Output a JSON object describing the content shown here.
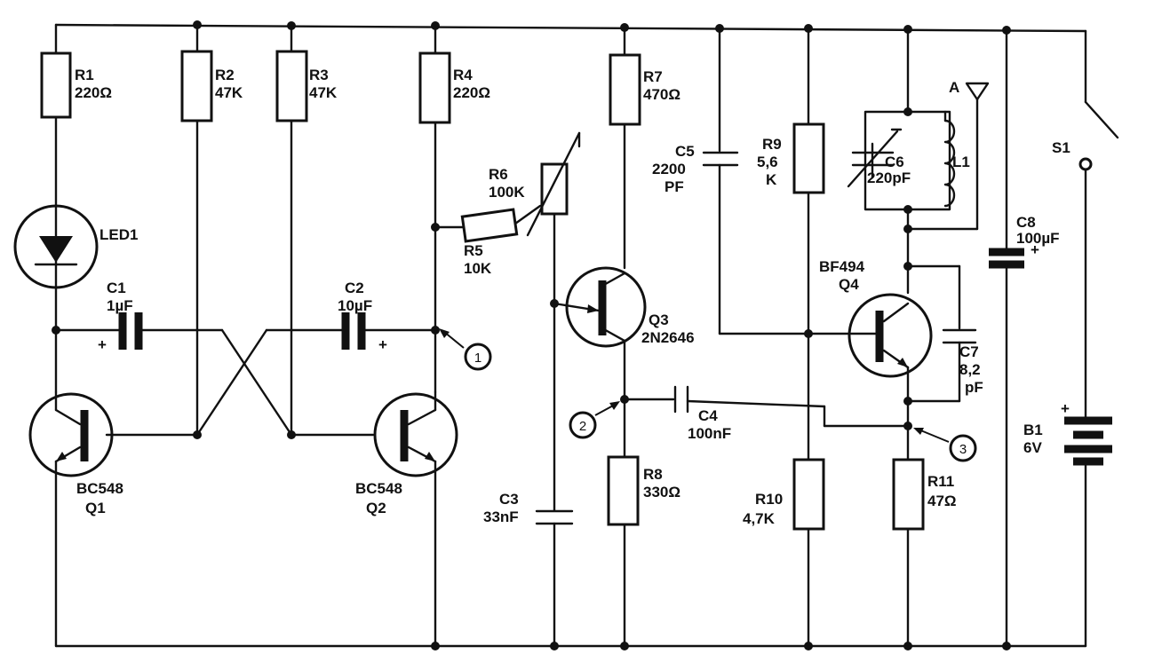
{
  "components": {
    "R1": {
      "ref": "R1",
      "value": "220Ω"
    },
    "R2": {
      "ref": "R2",
      "value": "47K"
    },
    "R3": {
      "ref": "R3",
      "value": "47K"
    },
    "R4": {
      "ref": "R4",
      "value": "220Ω"
    },
    "R5": {
      "ref": "R5",
      "value": "10K"
    },
    "R6": {
      "ref": "R6",
      "value": "100K"
    },
    "R7": {
      "ref": "R7",
      "value": "470Ω"
    },
    "R8": {
      "ref": "R8",
      "value": "330Ω"
    },
    "R9": {
      "ref": "R9",
      "value": "5,6",
      "value2": "K"
    },
    "R10": {
      "ref": "R10",
      "value": "4,7K"
    },
    "R11": {
      "ref": "R11",
      "value": "47Ω"
    },
    "C1": {
      "ref": "C1",
      "value": "1µF"
    },
    "C2": {
      "ref": "C2",
      "value": "10µF"
    },
    "C3": {
      "ref": "C3",
      "value": "33nF"
    },
    "C4": {
      "ref": "C4",
      "value": "100nF"
    },
    "C5": {
      "ref": "C5",
      "value": "2200",
      "value2": "PF"
    },
    "C6": {
      "ref": "C6",
      "value": "220pF"
    },
    "C7": {
      "ref": "C7",
      "value": "8,2",
      "value2": "pF"
    },
    "C8": {
      "ref": "C8",
      "value": "100µF"
    },
    "L1": {
      "ref": "L1"
    },
    "LED1": {
      "ref": "LED1"
    },
    "Q1": {
      "ref": "Q1",
      "part": "BC548"
    },
    "Q2": {
      "ref": "Q2",
      "part": "BC548"
    },
    "Q3": {
      "ref": "Q3",
      "part": "2N2646"
    },
    "Q4": {
      "ref": "Q4",
      "part": "BF494"
    },
    "S1": {
      "ref": "S1"
    },
    "B1": {
      "ref": "B1",
      "value": "6V"
    },
    "A": {
      "ref": "A"
    }
  },
  "polarity": {
    "plus": "+"
  },
  "test_points": [
    "1",
    "2",
    "3"
  ]
}
